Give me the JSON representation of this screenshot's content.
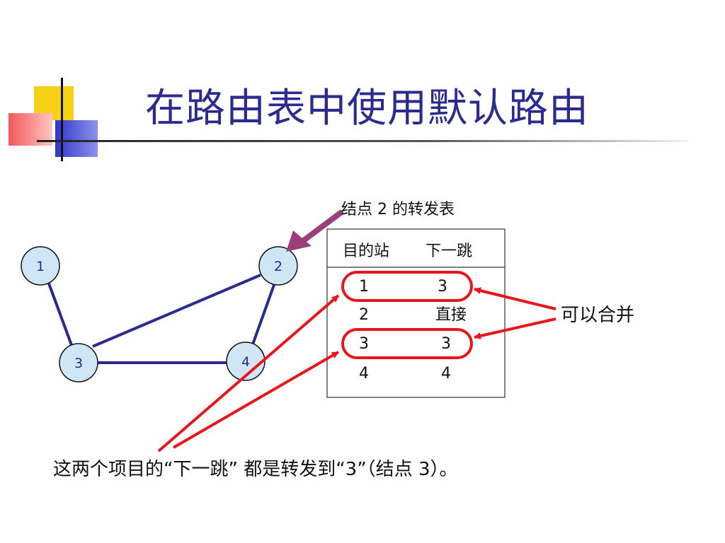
{
  "title": "在路由表中使用默认路由",
  "nodes": [
    {
      "id": "1",
      "label": "1"
    },
    {
      "id": "2",
      "label": "2"
    },
    {
      "id": "3",
      "label": "3"
    },
    {
      "id": "4",
      "label": "4"
    }
  ],
  "table": {
    "caption": "结点 2 的转发表",
    "header_dest": "目的站",
    "header_next": "下一跳",
    "rows": [
      {
        "dest": "1",
        "next": "3"
      },
      {
        "dest": "2",
        "next": "直接"
      },
      {
        "dest": "3",
        "next": "3"
      },
      {
        "dest": "4",
        "next": "4"
      }
    ]
  },
  "annotation_merge": "可以合并",
  "bottom_note": "这两个项目的“下一跳” 都是转发到“3”（结点 3）。",
  "colors": {
    "title": "#2a2a8f",
    "node_fill": "#cfe6f7",
    "edge": "#2a2a8f",
    "highlight": "#e8161b",
    "pointer_arrow": "#9a3f7a"
  }
}
